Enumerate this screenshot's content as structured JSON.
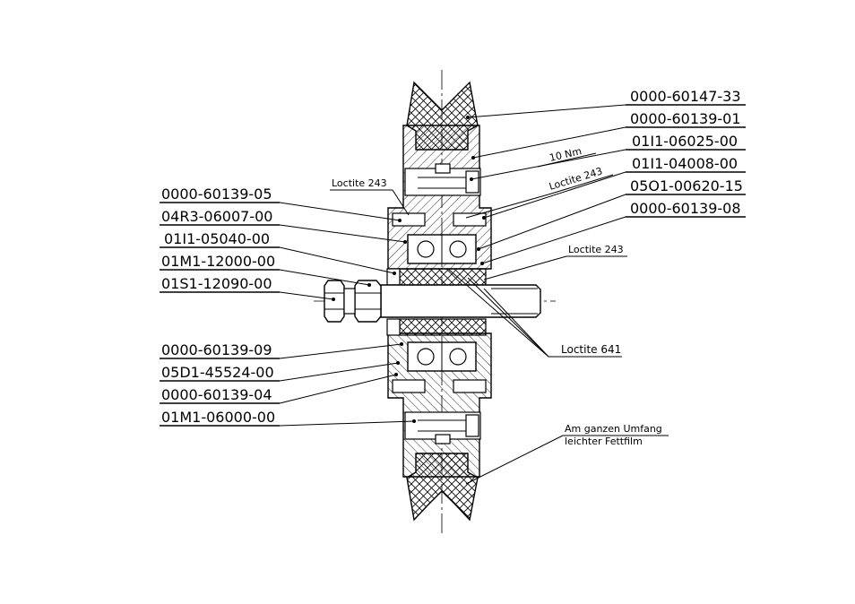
{
  "left_labels": [
    {
      "text": "0000-60139-05"
    },
    {
      "text": "04R3-06007-00"
    },
    {
      "text": "01I1-05040-00"
    },
    {
      "text": "01M1-12000-00"
    },
    {
      "text": "01S1-12090-00"
    },
    {
      "text": "0000-60139-09"
    },
    {
      "text": "05D1-45524-00"
    },
    {
      "text": "0000-60139-04"
    },
    {
      "text": "01M1-06000-00"
    }
  ],
  "right_labels": [
    {
      "text": "0000-60147-33"
    },
    {
      "text": "0000-60139-01"
    },
    {
      "text": "01I1-06025-00"
    },
    {
      "text": "01I1-04008-00"
    },
    {
      "text": "05O1-00620-15"
    },
    {
      "text": "0000-60139-08"
    }
  ],
  "notes": {
    "torque": "10 Nm",
    "loctite_243_left": "Loctite 243",
    "loctite_243_slanted": "Loctite 243",
    "loctite_243_right": "Loctite 243",
    "loctite_641": "Loctite 641",
    "grease_line1": "Am ganzen Umfang",
    "grease_line2": "leichter Fettfilm"
  }
}
